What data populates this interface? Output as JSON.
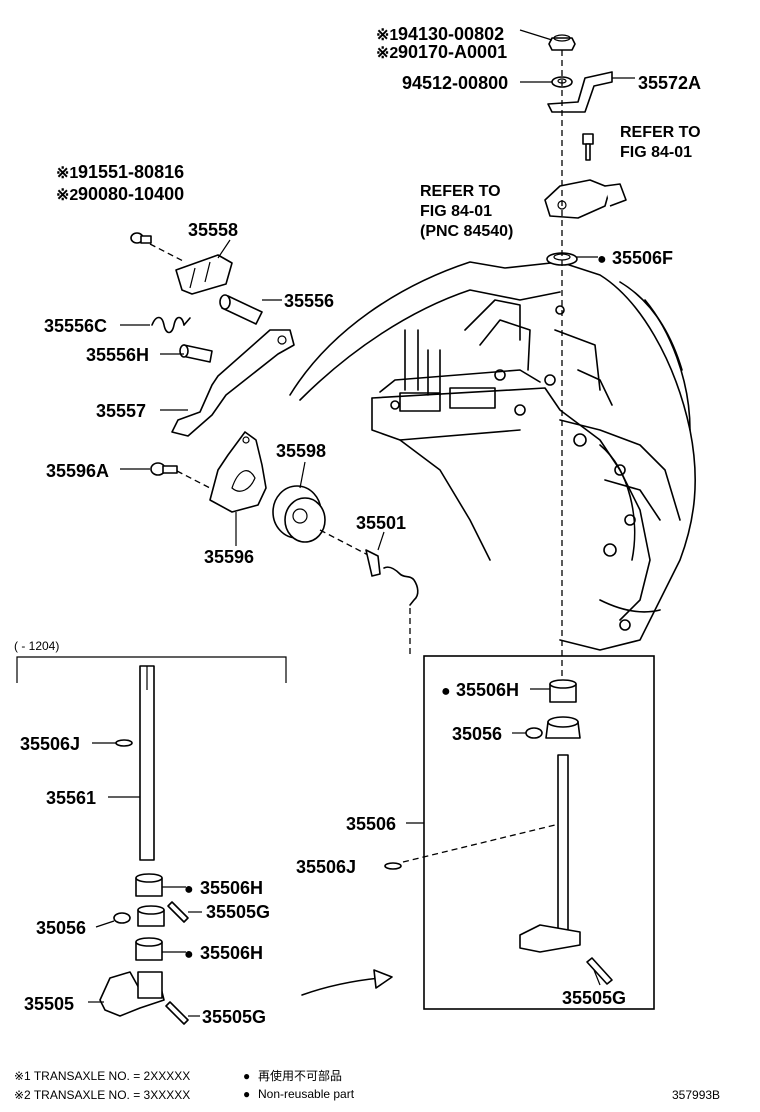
{
  "parts": [
    {
      "id": "p1",
      "text": "94130-00802",
      "mark": "※1"
    },
    {
      "id": "p2",
      "text": "90170-A0001",
      "mark": "※2"
    },
    {
      "id": "p3",
      "text": "94512-00800"
    },
    {
      "id": "p4",
      "text": "35572A"
    },
    {
      "id": "p5",
      "text": "91551-80816",
      "mark": "※1"
    },
    {
      "id": "p6",
      "text": "90080-10400",
      "mark": "※2"
    },
    {
      "id": "p7",
      "text": "35558"
    },
    {
      "id": "p8",
      "text": "35556"
    },
    {
      "id": "p9",
      "text": "35556C"
    },
    {
      "id": "p10",
      "text": "35556H"
    },
    {
      "id": "p11",
      "text": "35557"
    },
    {
      "id": "p12",
      "text": "35596A"
    },
    {
      "id": "p13",
      "text": "35596"
    },
    {
      "id": "p14",
      "text": "35598"
    },
    {
      "id": "p15",
      "text": "35501"
    },
    {
      "id": "p16",
      "text": "35506F",
      "nonreusable": true
    },
    {
      "id": "p17",
      "text": "35506H",
      "nonreusable": true
    },
    {
      "id": "p18",
      "text": "35056"
    },
    {
      "id": "p19",
      "text": "35506"
    },
    {
      "id": "p20",
      "text": "35506J"
    },
    {
      "id": "p21",
      "text": "35505G"
    },
    {
      "id": "p22",
      "text": "35506J"
    },
    {
      "id": "p23",
      "text": "35561"
    },
    {
      "id": "p24",
      "text": "35506H",
      "nonreusable": true
    },
    {
      "id": "p25",
      "text": "35056"
    },
    {
      "id": "p26",
      "text": "35505G"
    },
    {
      "id": "p27",
      "text": "35506H",
      "nonreusable": true
    },
    {
      "id": "p28",
      "text": "35505"
    },
    {
      "id": "p29",
      "text": "35505G"
    }
  ],
  "refers": {
    "upper": [
      "REFER TO",
      "FIG 84-01"
    ],
    "lower": [
      "REFER TO",
      "FIG 84-01",
      "(PNC 84540)"
    ]
  },
  "bracket_note": "(      - 1204)",
  "marks": {
    "note": "※",
    "nonreusable": "●"
  },
  "legend": {
    "line1": "※1 TRANSAXLE NO. = 2XXXXX",
    "line2": "※2 TRANSAXLE NO. = 3XXXXX",
    "jp": "再使用不可部品",
    "en": "Non-reusable part"
  },
  "figure_id": "357993B"
}
